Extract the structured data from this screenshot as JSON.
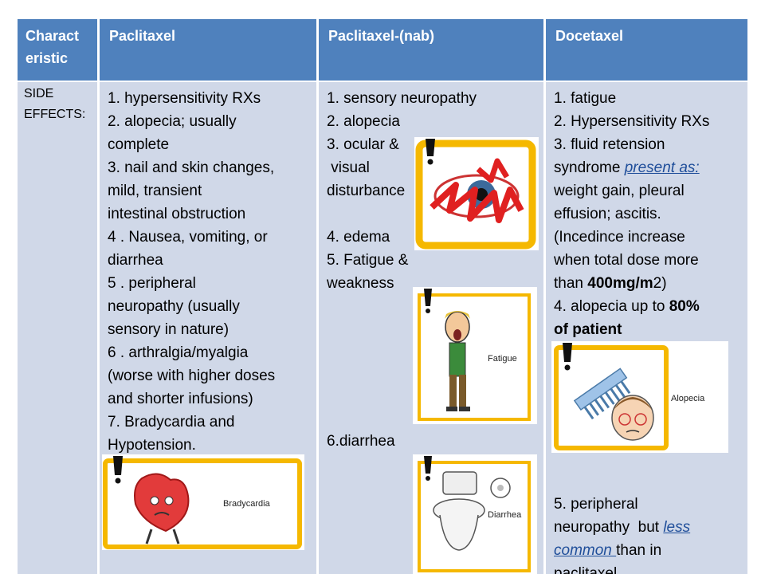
{
  "table": {
    "headers": [
      "Charact",
      "eristic",
      "Paclitaxel",
      "Paclitaxel-(nab)",
      "Docetaxel"
    ],
    "row_label": [
      "SIDE",
      "EFFECTS:"
    ],
    "paclitaxel": [
      "1. hypersensitivity RXs",
      "2. alopecia; usually",
      "complete",
      "3. nail and skin changes,",
      "mild, transient",
      "intestinal obstruction",
      "4 . Nausea, vomiting, or",
      "diarrhea",
      "5 . peripheral",
      "neuropathy (usually",
      "sensory in nature)",
      "6 . arthralgia/myalgia",
      "(worse with higher doses",
      "and shorter infusions)",
      "7. Bradycardia and",
      "Hypotension."
    ],
    "nab": [
      "1. sensory neuropathy",
      "2. alopecia",
      "3. ocular &",
      " visual",
      "disturbance",
      "",
      "4. edema",
      "5. Fatigue &",
      "weakness"
    ],
    "nab_last": "6.diarrhea",
    "docetaxel": {
      "l1": "1. fatigue",
      "l2": "2. Hypersensitivity RXs",
      "l3": "3. fluid retension",
      "l4a": "syndrome ",
      "l4link": "present as:",
      "l5": "weight gain, pleural",
      "l6": "effusion; ascitis.",
      "l7": "(Incedince increase",
      "l8": "when total dose more",
      "l9a": "than ",
      "l9b": "400mg/m",
      "l9c": "2)",
      "l10a": "4. alopecia up to ",
      "l10b": "80%",
      "l11": "of patient",
      "l12": "5. peripheral",
      "l13a": "neuropathy  but ",
      "l13link": "less",
      "l14link": "common ",
      "l14b": "than in",
      "l15": "paclitaxel"
    }
  },
  "captions": {
    "bradycardia": "Bradycardia",
    "fatigue": "Fatigue",
    "diarrhea": "Diarrhea",
    "alopecia": "Alopecia"
  },
  "colors": {
    "header_bg": "#4f81bd",
    "cell_bg": "#d0d8e8",
    "link": "#1f4e9a",
    "warning_frame": "#f5b800"
  }
}
